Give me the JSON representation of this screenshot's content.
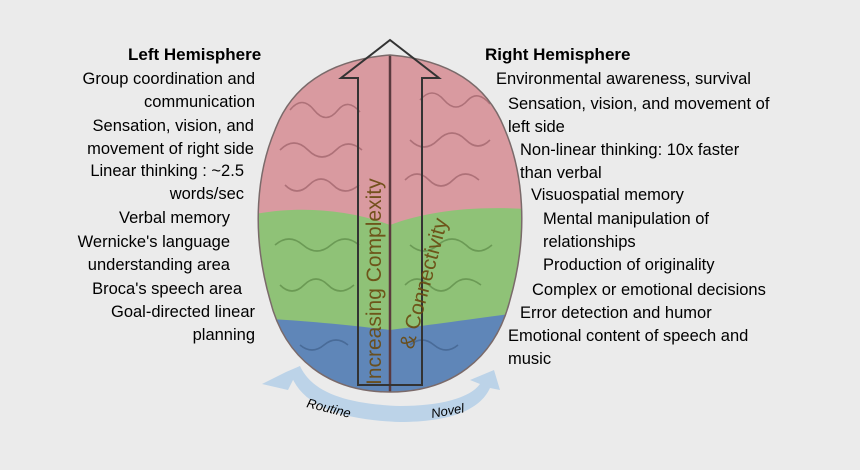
{
  "left": {
    "title": "Left Hemisphere",
    "items": [
      {
        "line1": "Group coordination and",
        "line2": "communication"
      },
      {
        "line1": "Sensation, vision, and",
        "line2": "movement of right side"
      },
      {
        "line1": "Linear thinking : ~2.5",
        "line2": "words/sec"
      },
      {
        "line1": "Verbal memory",
        "line2": ""
      },
      {
        "line1": "Wernicke's language",
        "line2": "understanding area"
      },
      {
        "line1": "Broca's speech area",
        "line2": ""
      },
      {
        "line1": "Goal-directed linear",
        "line2": "planning"
      }
    ]
  },
  "right": {
    "title": "Right Hemisphere",
    "items": [
      {
        "line1": "Environmental awareness, survival",
        "line2": ""
      },
      {
        "line1": "Sensation, vision, and movement of",
        "line2": "left side"
      },
      {
        "line1": "Non-linear thinking: 10x faster",
        "line2": "than verbal"
      },
      {
        "line1": "Visuospatial memory",
        "line2": ""
      },
      {
        "line1": "Mental manipulation of",
        "line2": "relationships"
      },
      {
        "line1": "Production of originality",
        "line2": ""
      },
      {
        "line1": "Complex or emotional decisions",
        "line2": ""
      },
      {
        "line1": "Error detection and humor",
        "line2": ""
      },
      {
        "line1": "Emotional content of speech and",
        "line2": "music"
      }
    ]
  },
  "arrow": {
    "line1": "Increasing Complexity",
    "line2": "& Connectivity"
  },
  "cycle": {
    "start": "Routine",
    "end": "Novel"
  },
  "colors": {
    "frontal": "#d99aa0",
    "middle": "#8fc277",
    "rear": "#5f86b8",
    "cycle_arrow": "#bcd3e8",
    "background": "#ebebeb"
  }
}
